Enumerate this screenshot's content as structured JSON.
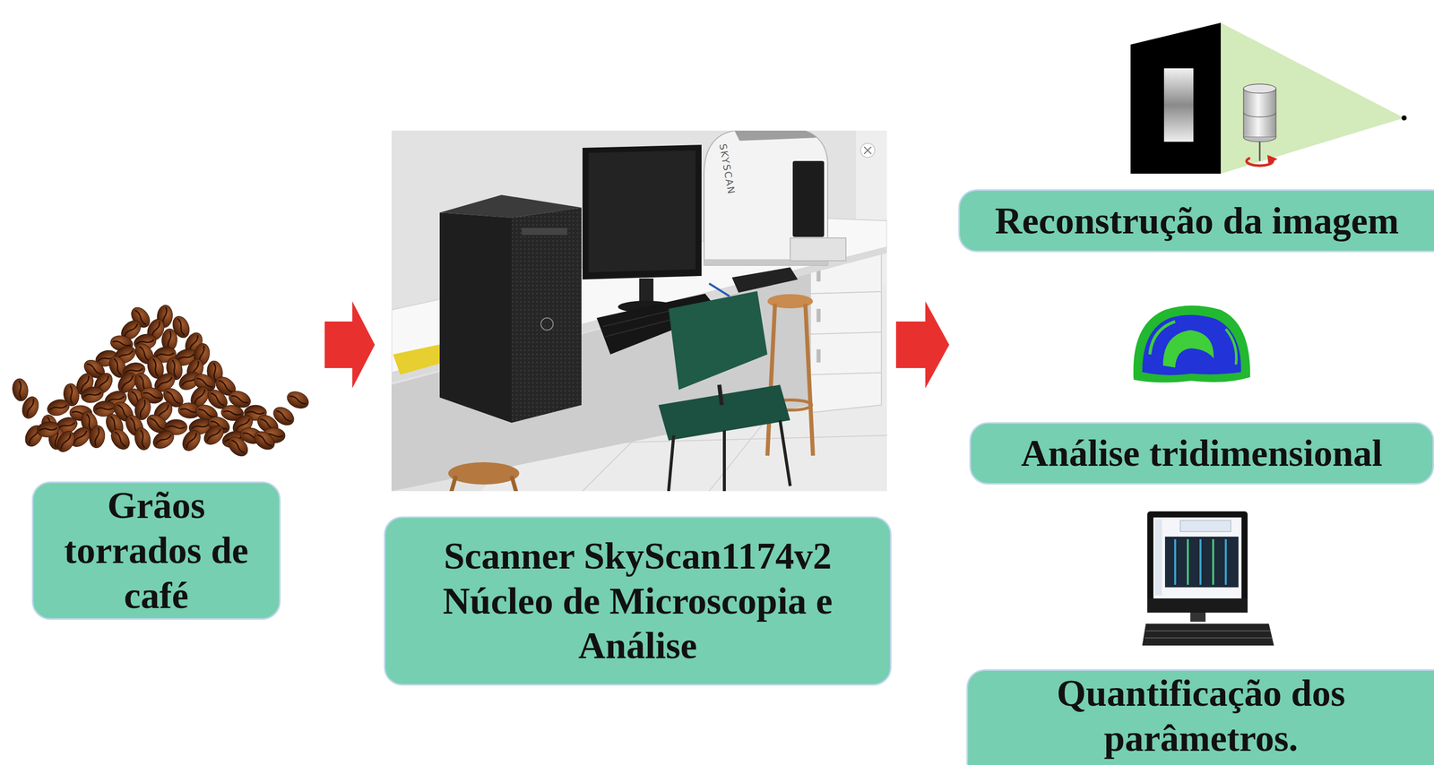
{
  "diagram": {
    "nodes": [
      {
        "text": [
          "Grãos torrados de café"
        ]
      },
      {
        "text": [
          "Scanner SkyScan1174v2 Núcleo de Microscopia e Análise"
        ]
      },
      {
        "text": [
          "Reconstrução da imagem"
        ]
      },
      {
        "text": [
          "Análise tridimensional"
        ]
      },
      {
        "text": [
          "Quantificação dos parâmetros."
        ]
      }
    ],
    "edges": [
      {
        "from": 0,
        "to": 1,
        "arrow": "to"
      },
      {
        "from": 1,
        "to": 3,
        "arrow": "to"
      }
    ],
    "labels": [
      "SKYSCAN"
    ]
  }
}
